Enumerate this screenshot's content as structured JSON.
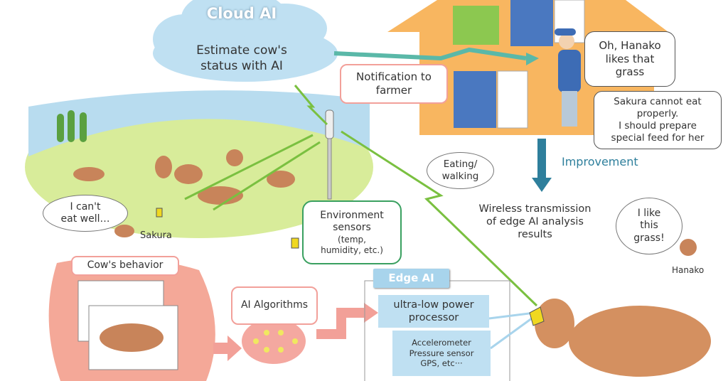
{
  "cloud": {
    "title": "Cloud AI",
    "text_line1": "Estimate cow's",
    "text_line2": "status with AI"
  },
  "notification": {
    "line1": "Notification to",
    "line2": "farmer"
  },
  "farmer_bubbles": {
    "hanako": [
      "Oh, Hanako",
      "likes that",
      "grass"
    ],
    "sakura": [
      "Sakura cannot eat",
      "properly.",
      "I should prepare",
      "special feed for her"
    ]
  },
  "improvement": {
    "label": "Improvement",
    "color": "#2e7f9c"
  },
  "eating_bubble": [
    "Eating/",
    "walking"
  ],
  "wireless": [
    "Wireless transmission",
    "of edge AI analysis",
    "results"
  ],
  "hanako_bubble": [
    "I like",
    "this",
    "grass!"
  ],
  "hanako_label": "Hanako",
  "sakura_bubble": [
    "I can't",
    "eat well…"
  ],
  "sakura_label": "Sakura",
  "env_sensors": {
    "line1": "Environment",
    "line2": "sensors",
    "line3": "(temp,",
    "line4": "humidity, etc.)"
  },
  "cow_behavior": "Cow's behavior",
  "ai_algorithms": "AI Algorithms",
  "edge_ai": {
    "title": "Edge AI",
    "processor_line1": "ultra-low power",
    "processor_line2": "processor",
    "sensors": [
      "Accelerometer",
      "Pressure sensor",
      "GPS, etc···"
    ]
  },
  "colors": {
    "house": "#f8b660",
    "cloud": "#bfe0f2",
    "pink": "#f2a09a",
    "green": "#3aa060",
    "edge_blue": "#bfe0f2"
  }
}
